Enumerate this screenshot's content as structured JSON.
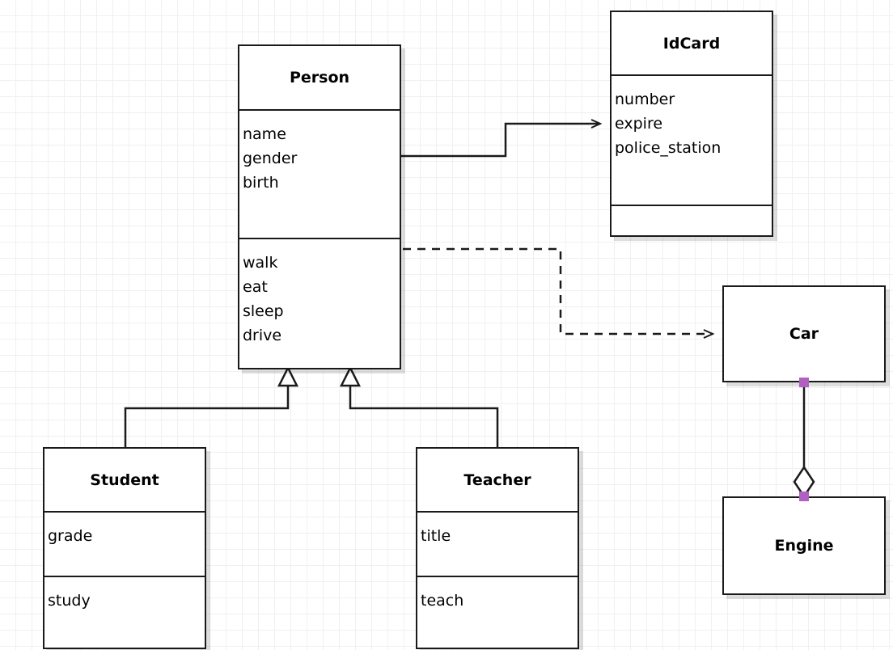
{
  "diagram": {
    "type": "uml-class-diagram",
    "background": "#ffffff",
    "grid_color": "#f0f0f0",
    "line_color": "#1a1a1a",
    "handle_color": "#b060c0",
    "classes": [
      {
        "id": "person",
        "name": "Person",
        "attributes": [
          "name",
          "gender",
          "birth"
        ],
        "operations": [
          "walk",
          "eat",
          "sleep",
          "drive"
        ]
      },
      {
        "id": "idcard",
        "name": "IdCard",
        "attributes": [
          "number",
          "expire",
          "police_station"
        ],
        "operations": []
      },
      {
        "id": "student",
        "name": "Student",
        "attributes": [
          "grade"
        ],
        "operations": [
          "study"
        ]
      },
      {
        "id": "teacher",
        "name": "Teacher",
        "attributes": [
          "title"
        ],
        "operations": [
          "teach"
        ]
      },
      {
        "id": "car",
        "name": "Car",
        "attributes": [],
        "operations": []
      },
      {
        "id": "engine",
        "name": "Engine",
        "attributes": [],
        "operations": []
      }
    ],
    "relationships": [
      {
        "id": "person-idcard",
        "kind": "association",
        "from": "Person",
        "to": "IdCard",
        "style": "solid",
        "arrow": "open-arrow"
      },
      {
        "id": "person-car",
        "kind": "dependency",
        "from": "Person",
        "to": "Car",
        "style": "dashed",
        "arrow": "open-arrow"
      },
      {
        "id": "student-person",
        "kind": "generalization",
        "from": "Student",
        "to": "Person",
        "style": "solid",
        "arrow": "hollow-triangle"
      },
      {
        "id": "teacher-person",
        "kind": "generalization",
        "from": "Teacher",
        "to": "Person",
        "style": "solid",
        "arrow": "hollow-triangle"
      },
      {
        "id": "car-engine",
        "kind": "aggregation",
        "from": "Car",
        "to": "Engine",
        "style": "solid",
        "arrow": "hollow-diamond",
        "selected": true
      }
    ]
  }
}
